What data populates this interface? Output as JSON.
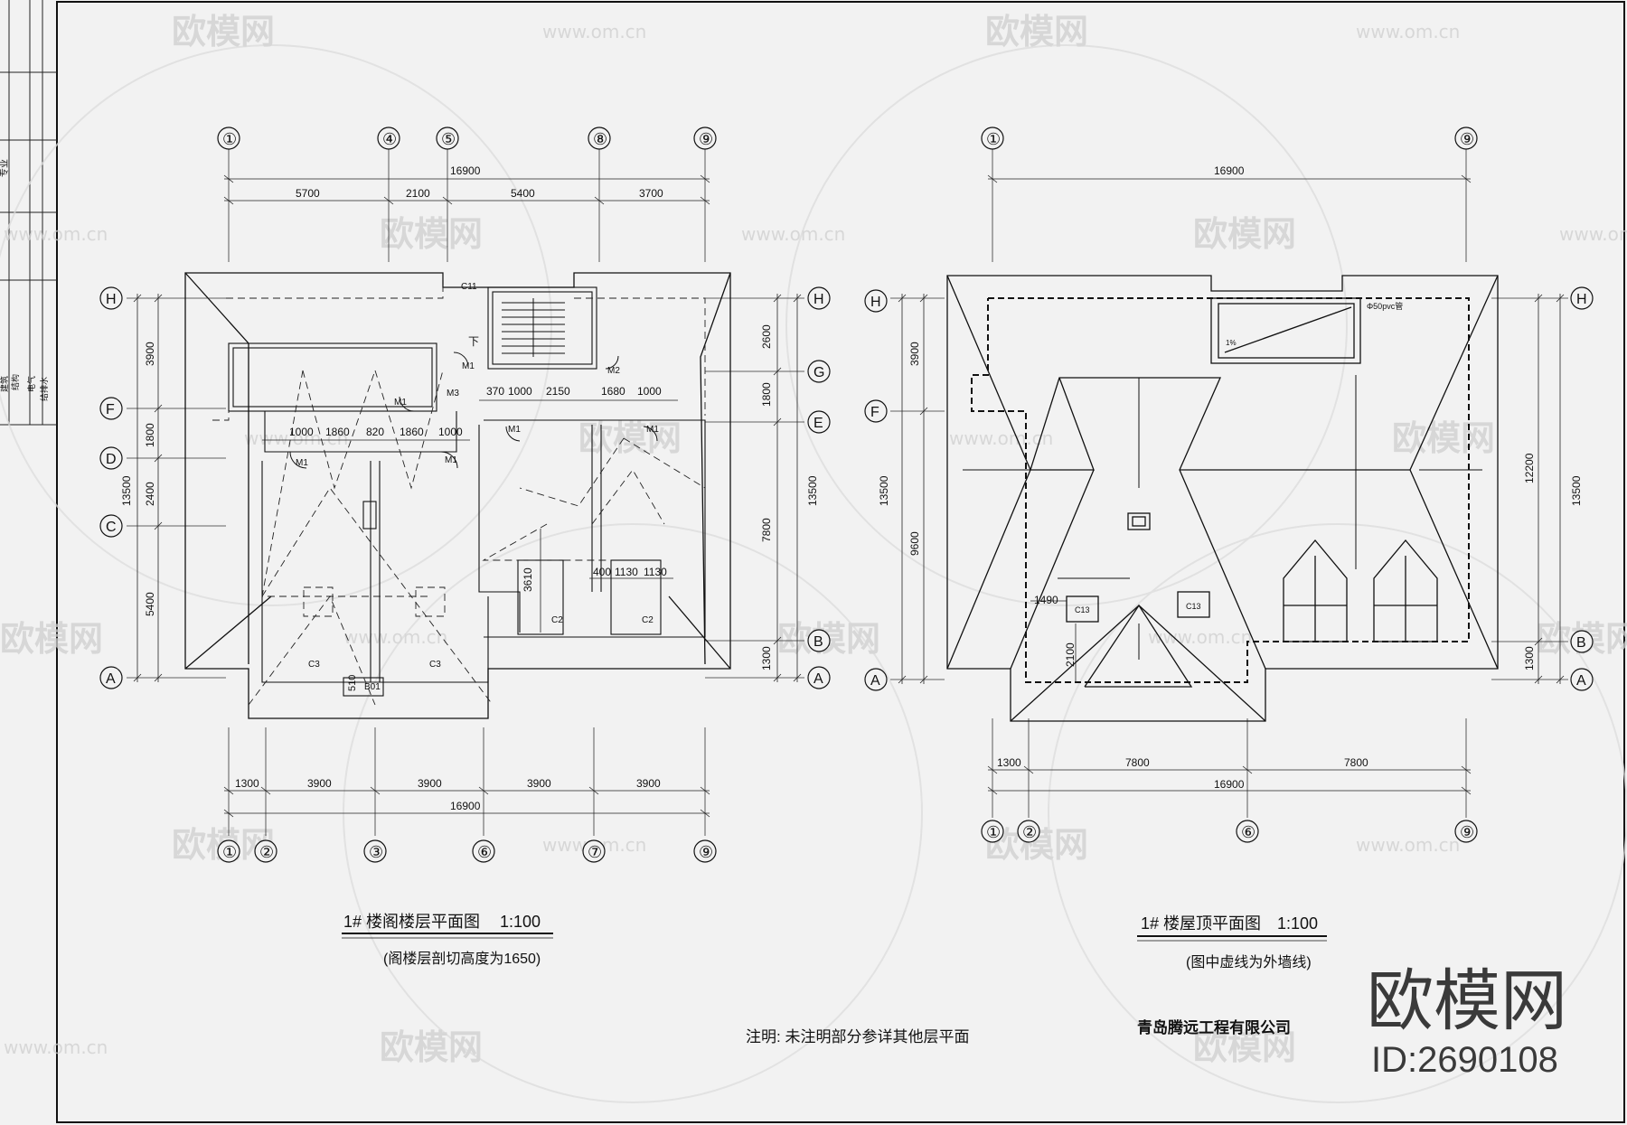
{
  "title_block": {
    "cell_top": "专业",
    "disciplines": [
      "建筑",
      "结构",
      "电气",
      "给排水"
    ]
  },
  "left_plan": {
    "title": "1# 楼阁楼层平面图",
    "scale": "1:100",
    "subtitle": "(阁楼层剖切高度为1650)",
    "top_axes": [
      "①",
      "④",
      "⑤",
      "⑧",
      "⑨"
    ],
    "bottom_axes": [
      "①",
      "②",
      "③",
      "⑥",
      "⑦",
      "⑨"
    ],
    "row_axes_left": [
      "H",
      "F",
      "D",
      "C",
      "A"
    ],
    "row_axes_right": [
      "H",
      "G",
      "E",
      "B",
      "A"
    ],
    "top_total": "16900",
    "top_dims": [
      "5700",
      "2100",
      "5400",
      "3700"
    ],
    "bottom_total": "16900",
    "bottom_dims": [
      "1300",
      "3900",
      "3900",
      "3900",
      "3900"
    ],
    "left_total": "13500",
    "left_dims": [
      "3900",
      "1800",
      "2400",
      "5400"
    ],
    "right_total": "13500",
    "right_dims": [
      "2600",
      "1800",
      "7800",
      "1300"
    ],
    "inner_dims_a": [
      "370",
      "1000",
      "2150",
      "1680",
      "1000"
    ],
    "inner_dims_b": [
      "1000",
      "1860",
      "820",
      "1860",
      "1000"
    ],
    "inner_dims_c": [
      "400",
      "1130",
      "1130"
    ],
    "inner_dims_d": [
      "3610",
      "510"
    ],
    "tags": [
      "C11",
      "M1",
      "M1",
      "M1",
      "M1",
      "M1",
      "M1",
      "M2",
      "M3",
      "C2",
      "C2",
      "C3",
      "C3",
      "下",
      "B01"
    ]
  },
  "right_plan": {
    "title": "1# 楼屋顶平面图",
    "scale": "1:100",
    "subtitle": "(图中虚线为外墙线)",
    "top_axes": [
      "①",
      "⑨"
    ],
    "bottom_axes": [
      "①",
      "②",
      "⑥",
      "⑨"
    ],
    "row_axes_left": [
      "H",
      "F",
      "A"
    ],
    "row_axes_right": [
      "H",
      "B",
      "A"
    ],
    "top_total": "16900",
    "bottom_total": "16900",
    "bottom_dims": [
      "1300",
      "7800",
      "7800"
    ],
    "left_total": "13500",
    "left_dims": [
      "3900",
      "9600"
    ],
    "right_total": "13500",
    "right_dims": [
      "12200",
      "1300"
    ],
    "inner_dims": [
      "1490",
      "2100"
    ],
    "tags": [
      "C13",
      "C13",
      "1%",
      "Φ50pvc管"
    ]
  },
  "note": "注明: 未注明部分参详其他层平面",
  "company": "青岛腾远工程有限公司",
  "brand": {
    "name": "欧模网",
    "id": "ID:2690108"
  },
  "watermark": {
    "logo": "欧模网",
    "url": "www.om.cn"
  }
}
